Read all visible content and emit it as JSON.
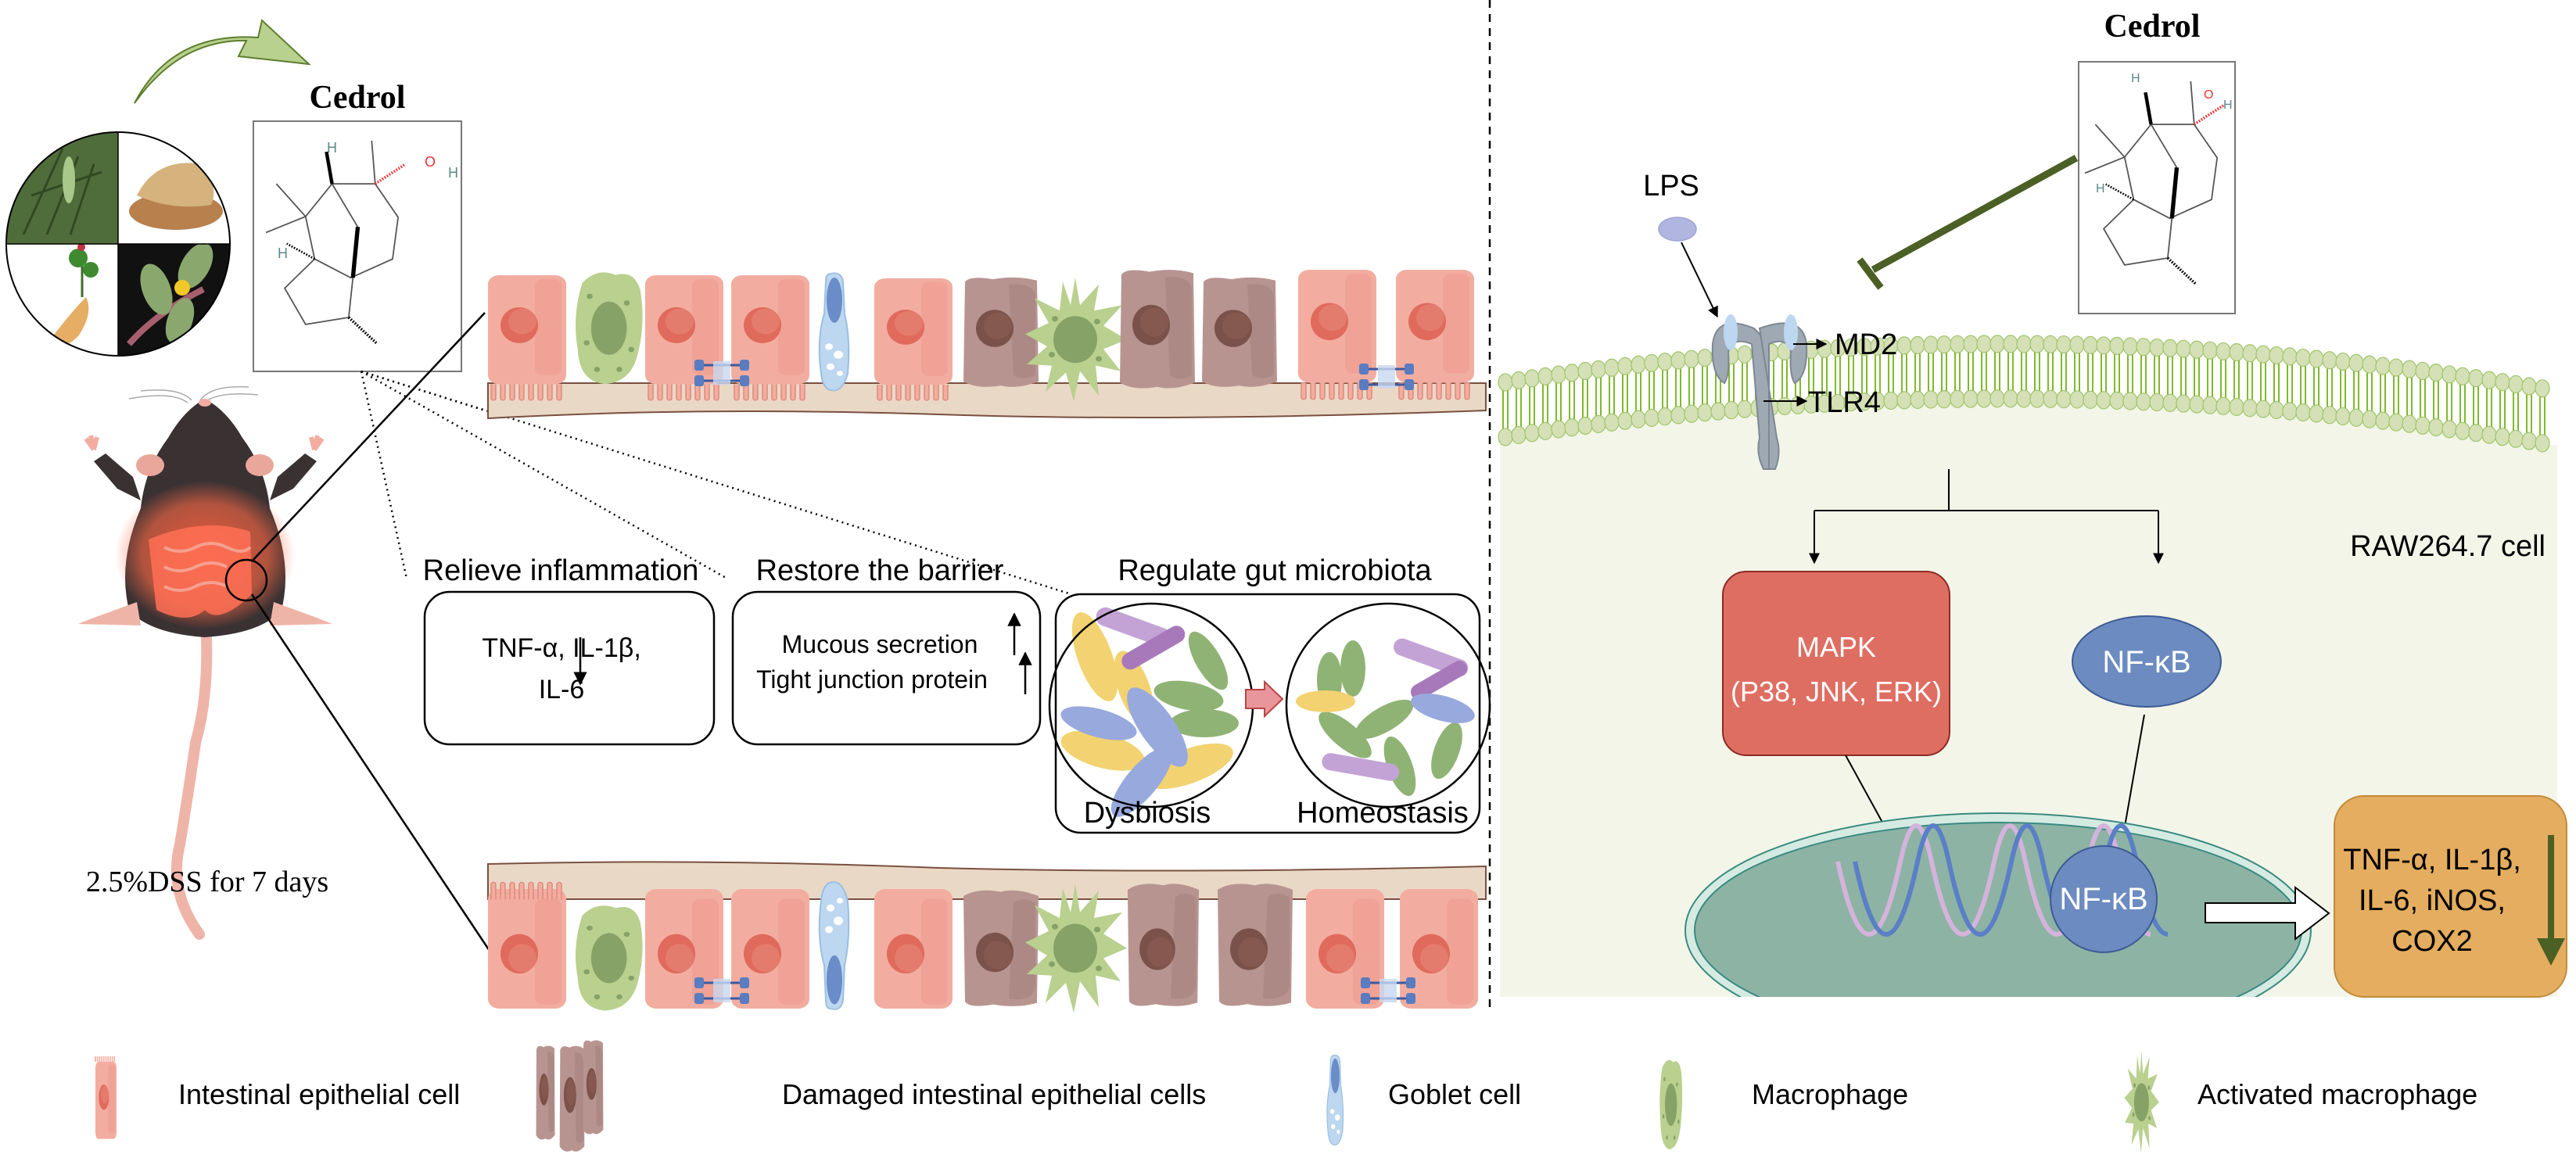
{
  "left_panel": {
    "compound_title": "Cedrol",
    "mouse_caption": "2.5%DSS for 7 days",
    "effects": [
      {
        "title": "Relieve inflammation",
        "lines": [
          "TNF-α, IL-1β,",
          "IL-6"
        ],
        "direction": "down"
      },
      {
        "title": "Restore the barrier",
        "lines": [
          "Mucous secretion",
          "Tight junction protein"
        ],
        "direction": "up"
      },
      {
        "title": "Regulate gut microbiota",
        "states": [
          "Dysbiosis",
          "Homeostasis"
        ]
      }
    ]
  },
  "right_panel": {
    "compound_title": "Cedrol",
    "ligand": "LPS",
    "receptor_labels": [
      "MD2",
      "TLR4"
    ],
    "cell_label": "RAW264.7 cell",
    "mapk": {
      "title": "MAPK",
      "subtitle": "(P38, JNK, ERK)"
    },
    "nfkb_cytoplasm": "NF-κB",
    "nfkb_nucleus": "NF-κB",
    "outputs": {
      "lines": [
        "TNF-α, IL-1β,",
        "IL-6, iNOS,",
        "COX2"
      ],
      "direction": "down"
    }
  },
  "legend": [
    {
      "icon": "intestinal-epithelial-cell-icon",
      "label": "Intestinal epithelial cell"
    },
    {
      "icon": "damaged-epithelial-cells-icon",
      "label": "Damaged intestinal epithelial cells"
    },
    {
      "icon": "goblet-cell-icon",
      "label": "Goblet cell"
    },
    {
      "icon": "macrophage-icon",
      "label": "Macrophage"
    },
    {
      "icon": "activated-macrophage-icon",
      "label": "Activated macrophage"
    }
  ],
  "colors": {
    "epithelial": "#f2ada0",
    "damaged": "#b89490",
    "macrophage": "#b9d08f",
    "goblet": "#bcd7ef",
    "mapk": "#df6e62",
    "nfkb": "#6c8bc0",
    "nucleus": "#8db3a4",
    "cytokine_box": "#e4ad5f",
    "cell_bg": "#f3f5e8",
    "membrane": "#d5e0b6",
    "inhibit": "#4c5f25"
  }
}
